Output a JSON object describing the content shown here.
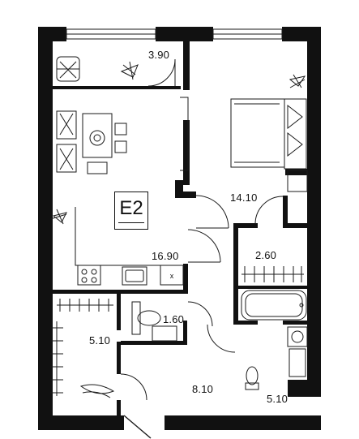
{
  "plan": {
    "variant": "E2",
    "rooms": [
      {
        "id": "loggia-left",
        "area": "3.90"
      },
      {
        "id": "bedroom",
        "area": "14.10"
      },
      {
        "id": "kitchen-living",
        "area": "16.90"
      },
      {
        "id": "wardrobe",
        "area": "2.60"
      },
      {
        "id": "toilet",
        "area": "1.60"
      },
      {
        "id": "storage",
        "area": "5.10"
      },
      {
        "id": "hallway",
        "area": "8.10"
      },
      {
        "id": "bathroom",
        "area": "5.10"
      }
    ],
    "stove_label": "x",
    "colors": {
      "wall": "#111111",
      "line": "#1a1a1a",
      "background": "#ffffff"
    }
  }
}
